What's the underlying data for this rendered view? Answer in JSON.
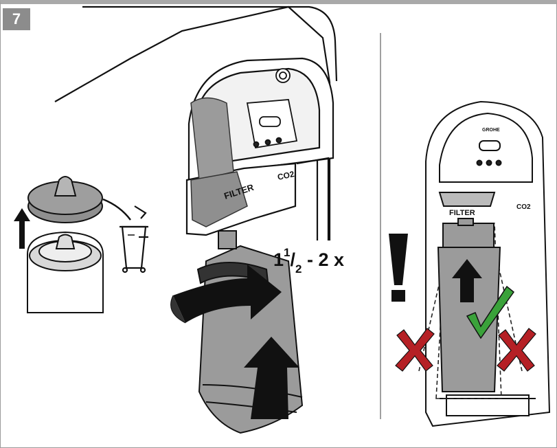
{
  "step": {
    "number": "7"
  },
  "rotation": {
    "whole": "1",
    "numerator": "1",
    "denominator": "2",
    "suffix": " - 2 x"
  },
  "device_labels": {
    "filter": "FILTER",
    "co2": "CO2",
    "brand": "GROHE"
  },
  "colors": {
    "accent_ok": "#3aa23a",
    "accent_wrong": "#b52025",
    "filter_gray": "#9b9b9b",
    "cap_gray": "#8f8f8f"
  },
  "icons": [
    "warning-exclamation-icon",
    "checkmark-icon",
    "cross-icon",
    "trash-bin-icon",
    "rotate-arrow-icon",
    "up-arrow-icon"
  ]
}
